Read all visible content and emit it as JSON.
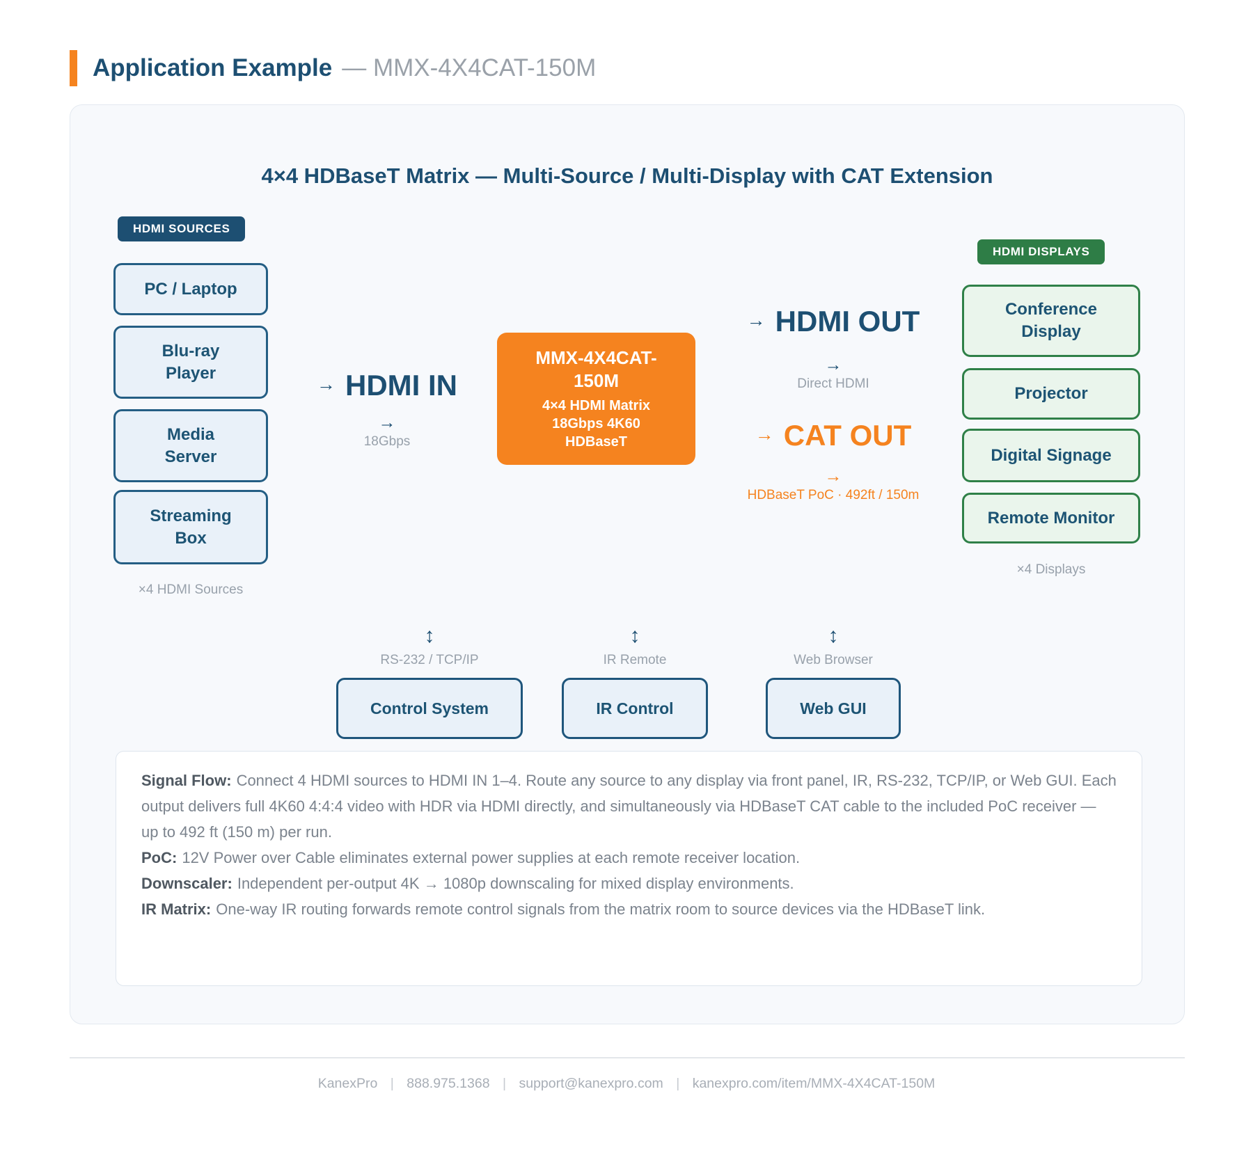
{
  "header": {
    "title": "Application Example",
    "subtitle": "— MMX-4X4CAT-150M"
  },
  "diagram": {
    "title": "4×4 HDBaseT Matrix — Multi-Source / Multi-Display with CAT Extension",
    "sources": {
      "badge": "HDMI SOURCES",
      "items": [
        {
          "label": "PC / Laptop"
        },
        {
          "label": "Blu-ray\nPlayer"
        },
        {
          "label": "Media\nServer"
        },
        {
          "label": "Streaming\nBox"
        }
      ],
      "caption": "×4 HDMI Sources"
    },
    "input_link": {
      "arrow": "→",
      "label": "HDMI IN",
      "sub_arrow": "→",
      "sub_label": "18Gbps"
    },
    "device": {
      "name": "MMX-4X4CAT-\n150M",
      "spec_lines": [
        "4×4 HDMI Matrix",
        "18Gbps 4K60",
        "HDBaseT"
      ]
    },
    "hdmi_out": {
      "arrow": "→",
      "label": "HDMI OUT",
      "sub_arrow": "→",
      "sub_label": "Direct HDMI"
    },
    "cat_out": {
      "arrow": "→",
      "label": "CAT OUT",
      "sub_arrow": "→",
      "sub_label": "HDBaseT PoC · 492ft / 150m"
    },
    "displays": {
      "badge": "HDMI DISPLAYS",
      "items": [
        {
          "label": "Conference\nDisplay"
        },
        {
          "label": "Projector"
        },
        {
          "label": "Digital Signage"
        },
        {
          "label": "Remote Monitor"
        }
      ],
      "caption": "×4 Displays"
    },
    "controls": [
      {
        "arrow": "↕",
        "channel": "RS-232 / TCP/IP",
        "label": "Control System"
      },
      {
        "arrow": "↕",
        "channel": "IR Remote",
        "label": "IR Control"
      },
      {
        "arrow": "↕",
        "channel": "Web Browser",
        "label": "Web GUI"
      }
    ],
    "notes": [
      {
        "label": "Signal Flow:",
        "text": "Connect 4 HDMI sources to HDMI IN 1–4. Route any source to any display via front panel, IR, RS-232, TCP/IP, or Web GUI. Each output delivers full 4K60 4:4:4 video with HDR via HDMI directly, and simultaneously via HDBaseT CAT cable to the included PoC receiver — up to 492 ft (150 m) per run."
      },
      {
        "label": "PoC:",
        "text": "12V Power over Cable eliminates external power supplies at each remote receiver location."
      },
      {
        "label": "Downscaler:",
        "text": "Independent per-output 4K → 1080p downscaling for mixed display environments."
      },
      {
        "label": "IR Matrix:",
        "text": "One-way IR routing forwards remote control signals from the matrix room to source devices via the HDBaseT link."
      }
    ]
  },
  "footer": {
    "brand": "KanexPro",
    "sep": "|",
    "phone": "888.975.1368",
    "email": "support@kanexpro.com",
    "url": "kanexpro.com/item/MMX-4X4CAT-150M"
  },
  "colors": {
    "accent_orange": "#f5831f",
    "navy": "#1d4f72",
    "green": "#2e7d46",
    "source_fill": "#e9f1f9",
    "display_fill": "#eaf5ec"
  }
}
